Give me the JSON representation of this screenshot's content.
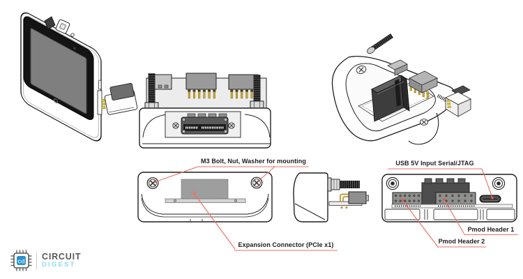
{
  "annotations": {
    "m3_bolt": "M3 Bolt, Nut, Washer for mounting",
    "expansion_connector": "Expansion Connector (PCIe x1)",
    "usb_input": "USB 5V Input Serial/JTAG",
    "pmod_header_1": "Pmod Header 1",
    "pmod_header_2": "Pmod Header 2"
  },
  "logo": {
    "title": "CIRCUIT",
    "subtitle": "DIGEST",
    "monogram": "cd"
  },
  "colors": {
    "background": "#ffffff",
    "drawing_line": "#1f1f1f",
    "annotation_red": "#ee6f63",
    "logo_title": "#58595b",
    "logo_subtitle": "#8ed8f8",
    "pin_gold": "#c9a832",
    "connector_gray": "#9e9e9e"
  },
  "views": {
    "front_iso": "display-front-isometric",
    "top": "top-view-pcb-headers-bolts",
    "rear_iso": "rear-isometric-open-enclosure",
    "rear": "rear-mounting-view",
    "side": "side-profile-with-bolt",
    "rear_panel": "rear-panel-io-view"
  }
}
